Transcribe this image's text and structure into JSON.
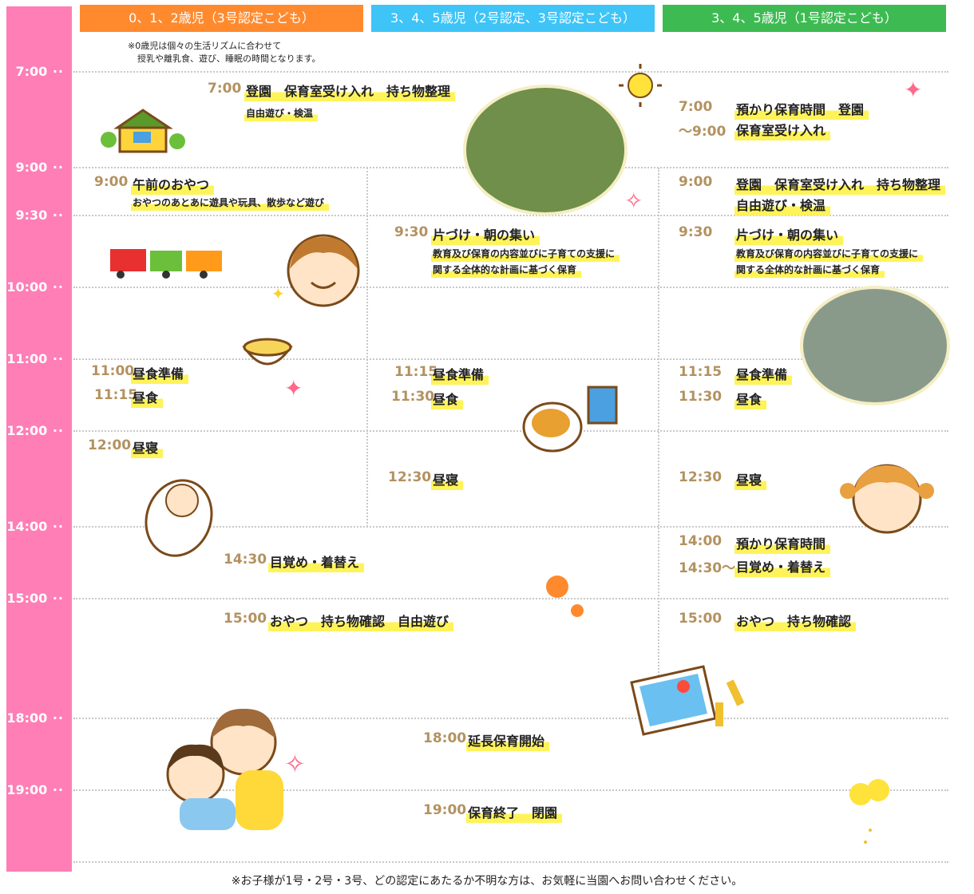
{
  "headers": [
    "0、1、2歳児（3号認定こども）",
    "3、4、5歳児（2号認定、3号認定こども）",
    "3、4、5歳児（1号認定こども）"
  ],
  "colors": {
    "orange": "#ff8a2e",
    "blue": "#3ec4f7",
    "green": "#3dbb52",
    "pink": "#ff7eb6",
    "highlight": "#fff35a",
    "time": "#b39260"
  },
  "note": [
    "※0歳児は個々の生活リズムに合わせて",
    "授乳や離乳食、遊び、睡眠の時間となります。"
  ],
  "ticks": [
    "7:00",
    "9:00",
    "9:30",
    "10:00",
    "11:00",
    "12:00",
    "14:00",
    "15:00",
    "18:00",
    "19:00"
  ],
  "col1": [
    {
      "time": "7:00",
      "label": "登園　保育室受け入れ　持ち物整理",
      "sub": "自由遊び・検温"
    },
    {
      "time": "9:00",
      "label": "午前のおやつ",
      "sub": "おやつのあとあに遊具や玩具、散歩など遊び"
    },
    {
      "time": "11:00",
      "label": "昼食準備"
    },
    {
      "time": "11:15",
      "label": "昼食"
    },
    {
      "time": "12:00",
      "label": "昼寝"
    },
    {
      "time": "14:30",
      "label": "目覚め・着替え"
    },
    {
      "time": "15:00",
      "label": "おやつ　持ち物確認　自由遊び"
    },
    {
      "time": "18:00",
      "label": "延長保育開始"
    },
    {
      "time": "19:00",
      "label": "保育終了　閉園"
    }
  ],
  "col2": [
    {
      "time": "9:30",
      "label": "片づけ・朝の集い",
      "sub1": "教育及び保育の内容並びに子育ての支援に",
      "sub2": "関する全体的な計画に基づく保育"
    },
    {
      "time": "11:15",
      "label": "昼食準備"
    },
    {
      "time": "11:30",
      "label": "昼食"
    },
    {
      "time": "12:30",
      "label": "昼寝"
    }
  ],
  "col3": [
    {
      "time": "7:00",
      "label": "預かり保育時間　登園"
    },
    {
      "time": "～9:00",
      "label": "保育室受け入れ"
    },
    {
      "time": "9:00",
      "label": "登園　保育室受け入れ　持ち物整理",
      "sub": "自由遊び・検温"
    },
    {
      "time": "9:30",
      "label": "片づけ・朝の集い",
      "sub1": "教育及び保育の内容並びに子育ての支援に",
      "sub2": "関する全体的な計画に基づく保育"
    },
    {
      "time": "11:15",
      "label": "昼食準備"
    },
    {
      "time": "11:30",
      "label": "昼食"
    },
    {
      "time": "12:30",
      "label": "昼寝"
    },
    {
      "time": "14:00",
      "label": "預かり保育時間"
    },
    {
      "time": "14:30～",
      "label": "目覚め・着替え"
    },
    {
      "time": "15:00",
      "label": "おやつ　持ち物確認"
    }
  ],
  "footer": "※お子様が1号・2号・3号、どの認定にあたるか不明な方は、お気軽に当園へお問い合わせください。"
}
